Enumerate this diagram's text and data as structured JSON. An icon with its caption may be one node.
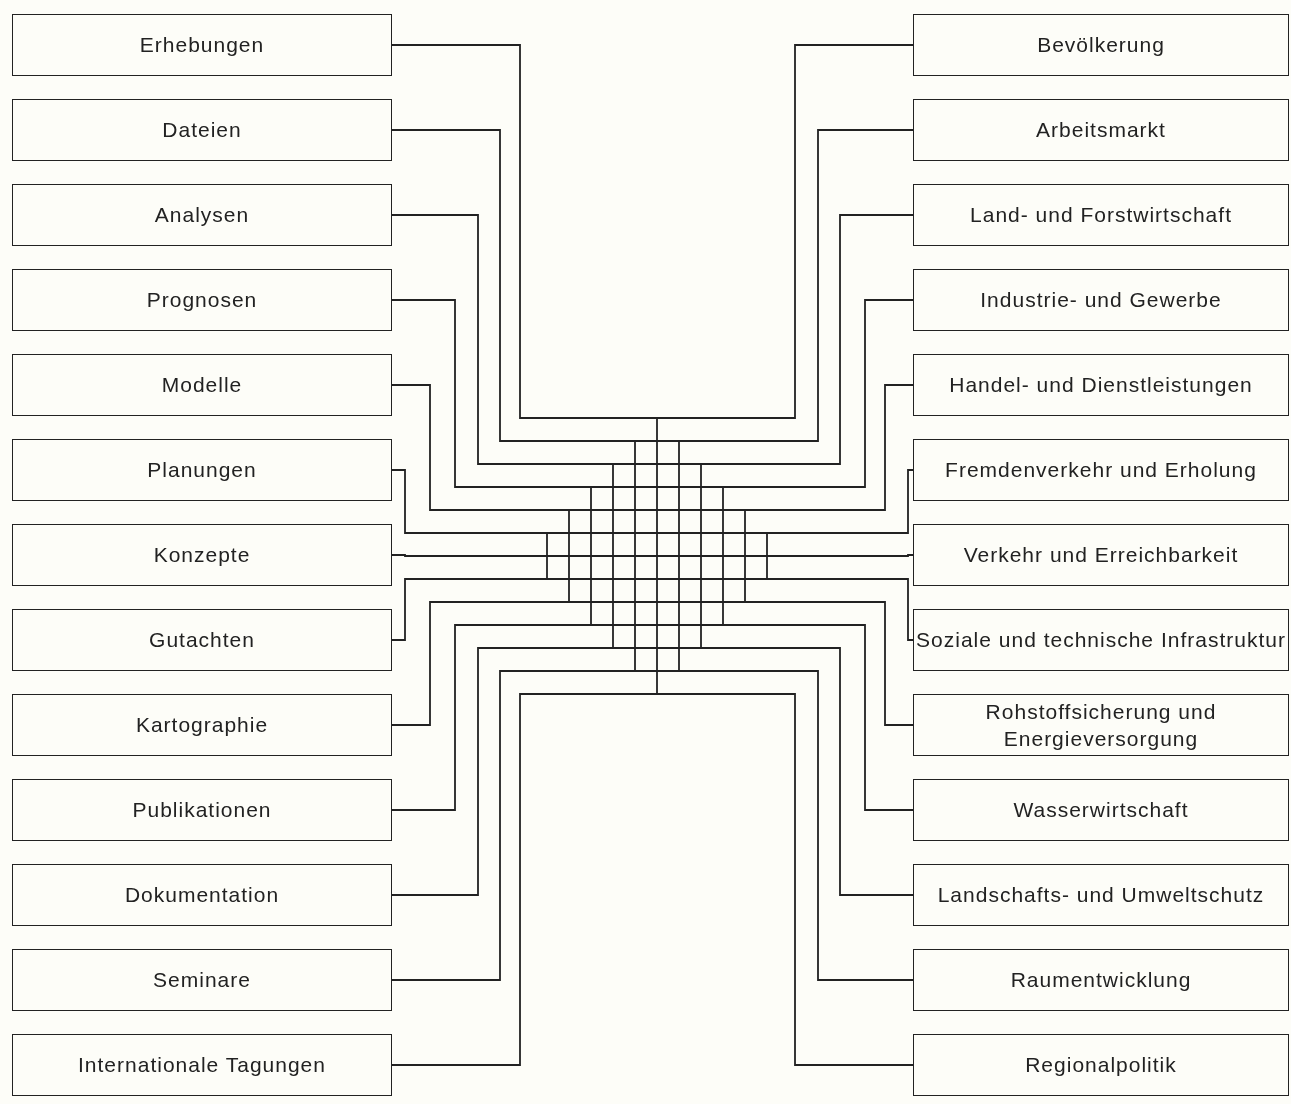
{
  "diagram": {
    "nodes": [
      {
        "text": [
          "Erhebungen"
        ]
      },
      {
        "text": [
          "Dateien"
        ]
      },
      {
        "text": [
          "Analysen"
        ]
      },
      {
        "text": [
          "Prognosen"
        ]
      },
      {
        "text": [
          "Modelle"
        ]
      },
      {
        "text": [
          "Planungen"
        ]
      },
      {
        "text": [
          "Konzepte"
        ]
      },
      {
        "text": [
          "Gutachten"
        ]
      },
      {
        "text": [
          "Kartographie"
        ]
      },
      {
        "text": [
          "Publikationen"
        ]
      },
      {
        "text": [
          "Dokumentation"
        ]
      },
      {
        "text": [
          "Seminare"
        ]
      },
      {
        "text": [
          "Internationale Tagungen"
        ]
      },
      {
        "text": [],
        "shape": "grid"
      },
      {
        "text": [
          "Bevölkerung"
        ]
      },
      {
        "text": [
          "Arbeitsmarkt"
        ]
      },
      {
        "text": [
          "Land- und Forstwirtschaft"
        ]
      },
      {
        "text": [
          "Industrie- und Gewerbe"
        ]
      },
      {
        "text": [
          "Handel- und Dienstleistungen"
        ]
      },
      {
        "text": [
          "Fremdenverkehr und Erholung"
        ]
      },
      {
        "text": [
          "Verkehr und Erreichbarkeit"
        ]
      },
      {
        "text": [
          "Soziale und technische Infrastruktur"
        ]
      },
      {
        "text": [
          "Rohstoffsicherung und Energieversorgung"
        ]
      },
      {
        "text": [
          "Wasserwirtschaft"
        ]
      },
      {
        "text": [
          "Landschafts- und Umweltschutz"
        ]
      },
      {
        "text": [
          "Raumentwicklung"
        ]
      },
      {
        "text": [
          "Regionalpolitik"
        ]
      }
    ],
    "edges": [
      {
        "from": 0,
        "to": 13,
        "arrow": "none"
      },
      {
        "from": 1,
        "to": 13,
        "arrow": "none"
      },
      {
        "from": 2,
        "to": 13,
        "arrow": "none"
      },
      {
        "from": 3,
        "to": 13,
        "arrow": "none"
      },
      {
        "from": 4,
        "to": 13,
        "arrow": "none"
      },
      {
        "from": 5,
        "to": 13,
        "arrow": "none"
      },
      {
        "from": 6,
        "to": 13,
        "arrow": "none"
      },
      {
        "from": 7,
        "to": 13,
        "arrow": "none"
      },
      {
        "from": 8,
        "to": 13,
        "arrow": "none"
      },
      {
        "from": 9,
        "to": 13,
        "arrow": "none"
      },
      {
        "from": 10,
        "to": 13,
        "arrow": "none"
      },
      {
        "from": 11,
        "to": 13,
        "arrow": "none"
      },
      {
        "from": 12,
        "to": 13,
        "arrow": "none"
      },
      {
        "from": 14,
        "to": 13,
        "arrow": "none"
      },
      {
        "from": 15,
        "to": 13,
        "arrow": "none"
      },
      {
        "from": 16,
        "to": 13,
        "arrow": "none"
      },
      {
        "from": 17,
        "to": 13,
        "arrow": "none"
      },
      {
        "from": 18,
        "to": 13,
        "arrow": "none"
      },
      {
        "from": 19,
        "to": 13,
        "arrow": "none"
      },
      {
        "from": 20,
        "to": 13,
        "arrow": "none"
      },
      {
        "from": 21,
        "to": 13,
        "arrow": "none"
      },
      {
        "from": 22,
        "to": 13,
        "arrow": "none"
      },
      {
        "from": 23,
        "to": 13,
        "arrow": "none"
      },
      {
        "from": 24,
        "to": 13,
        "arrow": "none"
      },
      {
        "from": 25,
        "to": 13,
        "arrow": "none"
      },
      {
        "from": 26,
        "to": 13,
        "arrow": "none"
      }
    ]
  }
}
